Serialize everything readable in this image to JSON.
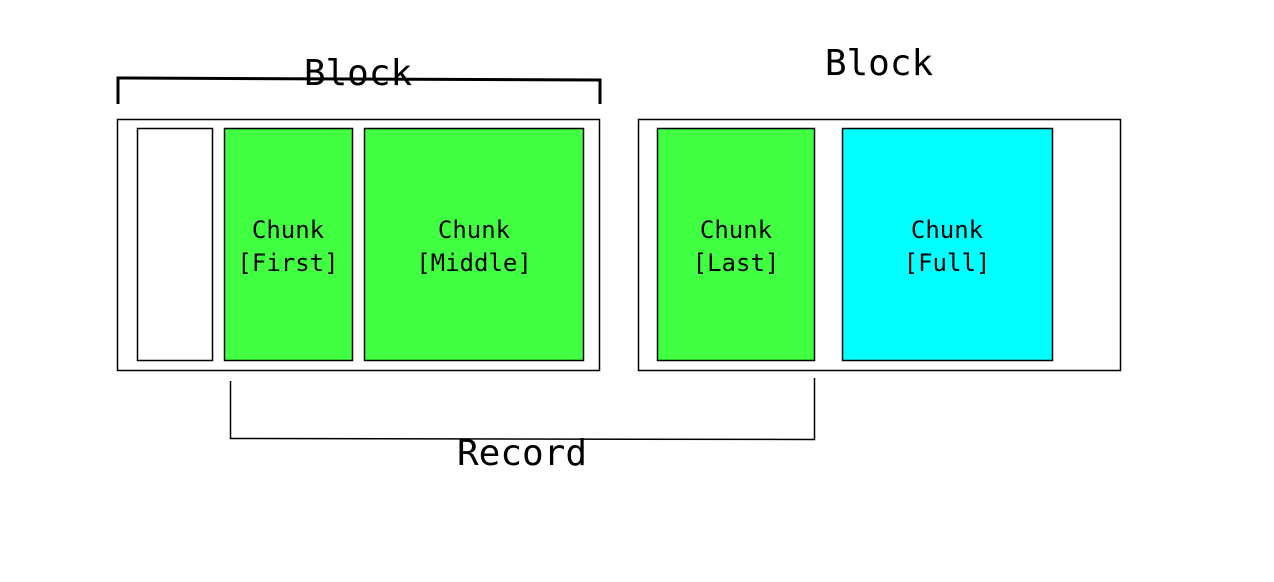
{
  "colors": {
    "background": "#ffffff",
    "stroke": "#000000",
    "chunk_green": "#41ff41",
    "chunk_cyan": "#00ffff",
    "empty": "#ffffff"
  },
  "labels": {
    "block_left": "Block",
    "block_right": "Block",
    "record": "Record"
  },
  "chunks": {
    "first": {
      "line1": "Chunk",
      "line2": "[First]"
    },
    "middle": {
      "line1": "Chunk",
      "line2": "[Middle]"
    },
    "last": {
      "line1": "Chunk",
      "line2": "[Last]"
    },
    "full": {
      "line1": "Chunk",
      "line2": "[Full]"
    }
  }
}
